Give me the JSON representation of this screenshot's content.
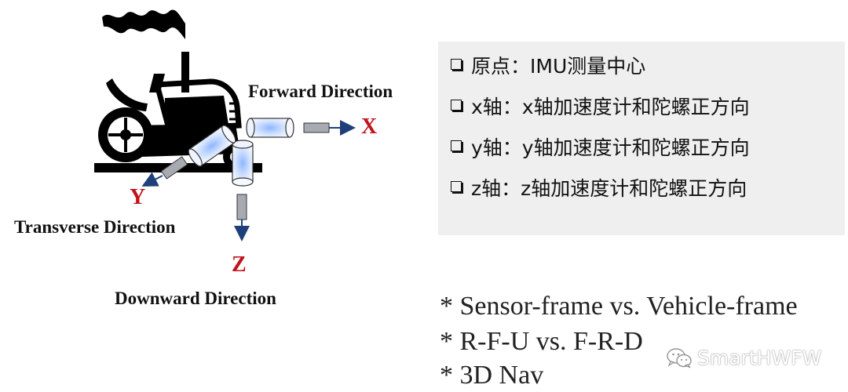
{
  "diagram": {
    "forward_label": "Forward Direction",
    "transverse_label": "Transverse Direction",
    "downward_label": "Downward Direction",
    "x_letter": "X",
    "y_letter": "Y",
    "z_letter": "Z",
    "icon": "tractor-icon"
  },
  "info_panel": {
    "items": [
      "原点：IMU测量中心",
      "x轴：x轴加速度计和陀螺正方向",
      "y轴：y轴加速度计和陀螺正方向",
      "z轴：z轴加速度计和陀螺正方向"
    ]
  },
  "notes": [
    "* Sensor-frame vs. Vehicle-frame",
    "* R-F-U vs. F-R-D",
    "* 3D Nav"
  ],
  "watermark": {
    "text": "SmartHWFW",
    "icon": "wechat-icon"
  },
  "colors": {
    "axis_letter": "#c0141c",
    "panel_bg": "#efefef",
    "arrow": "#1f3f7a"
  }
}
